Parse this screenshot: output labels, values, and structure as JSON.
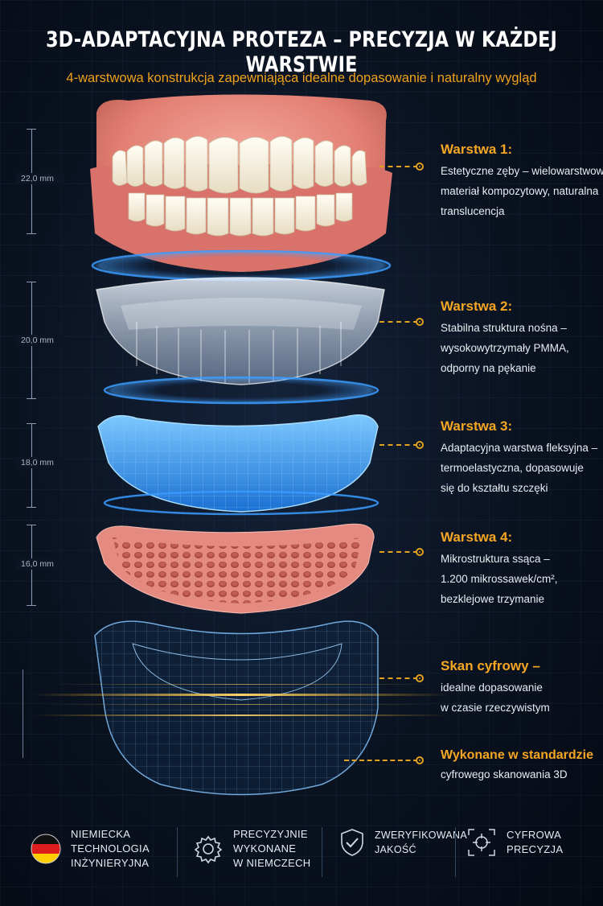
{
  "title": "3D-ADAPTACYJNA PROTEZA – PRECYZJA W KAŻDEJ WARSTWIE",
  "subtitle": "4-warstwowa konstrukcja zapewniająca idealne dopasowanie i naturalny wygląd",
  "dimensions": [
    "22,0 mm",
    "20,0 mm",
    "18,0 mm",
    "16,0 mm"
  ],
  "layers": [
    {
      "heading": "Warstwa 1:",
      "lines": [
        "Estetyczne zęby – wielowarstwowy",
        "materiał kompozytowy, naturalna",
        "translucencja"
      ]
    },
    {
      "heading": "Warstwa 2:",
      "lines": [
        "Stabilna struktura nośna –",
        "wysokowytrzymały PMMA,",
        "odporny na pękanie"
      ]
    },
    {
      "heading": "Warstwa 3:",
      "lines": [
        "Adaptacyjna warstwa fleksyjna –",
        "termoelastyczna, dopasowuje",
        "się do kształtu szczęki"
      ]
    },
    {
      "heading": "Warstwa 4:",
      "lines": [
        "Mikrostruktura ssąca –",
        "1.200 mikrossawek/cm²,",
        "bezklejowe trzymanie"
      ]
    }
  ],
  "scan": {
    "heading": "Skan cyfrowy –",
    "lines": [
      "idealne dopasowanie",
      "w czasie rzeczywistym"
    ]
  },
  "standard": {
    "heading": "Wykonane w standardzie",
    "line": "cyfrowego skanowania 3D"
  },
  "footer": [
    {
      "icon": "germany-flag-icon",
      "lines": [
        "NIEMIECKA",
        "TECHNOLOGIA",
        "INŻYNIERYJNA"
      ]
    },
    {
      "icon": "gear-icon",
      "lines": [
        "PRECYZYJNIE",
        "WYKONANE",
        "W NIEMCZECH"
      ]
    },
    {
      "icon": "shield-check-icon",
      "lines": [
        "ZWERYFIKOWANA",
        "JAKOŚĆ"
      ]
    },
    {
      "icon": "target-icon",
      "lines": [
        "CYFROWA",
        "PRECYZJA"
      ]
    }
  ],
  "colors": {
    "accent": "#f5a623",
    "background": "#0a1220",
    "gum": "#e27f73",
    "flex": "#3aa7ff",
    "scan": "#5aa8e8"
  }
}
